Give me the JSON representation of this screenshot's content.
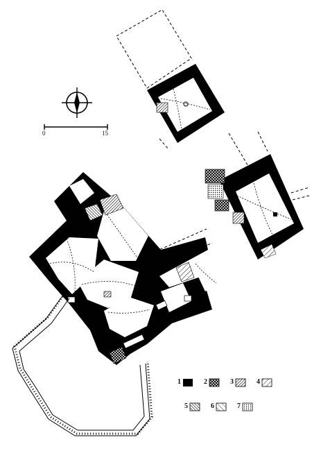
{
  "scale": {
    "start": "0",
    "end": "15"
  },
  "legend": [
    {
      "num": "1",
      "pattern": "solid"
    },
    {
      "num": "2",
      "pattern": "crosshatch"
    },
    {
      "num": "3",
      "pattern": "diagonal-dense"
    },
    {
      "num": "4",
      "pattern": "diagonal-sparse"
    },
    {
      "num": "5",
      "pattern": "diagonal-reverse"
    },
    {
      "num": "6",
      "pattern": "diagonal-light"
    },
    {
      "num": "7",
      "pattern": "dotted"
    }
  ]
}
